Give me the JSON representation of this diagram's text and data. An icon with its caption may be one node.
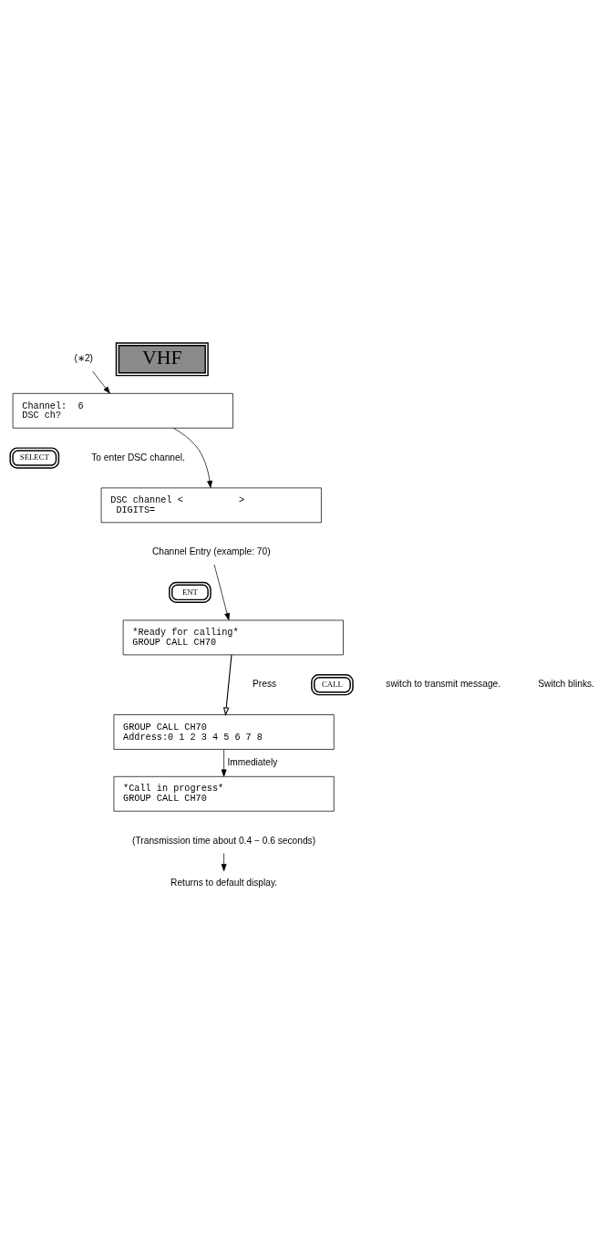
{
  "diagram": {
    "nodes": [
      {
        "text": [
          "(∗2)"
        ]
      },
      {
        "text": [
          "VHF"
        ]
      },
      {
        "text": [
          "Channel:  6",
          "DSC ch?"
        ]
      },
      {
        "text": [
          "SELECT"
        ]
      },
      {
        "text": [
          "DSC channel <          >",
          "  DIGITS="
        ]
      },
      {
        "text": [
          "Channel Entry (example: 70)"
        ]
      },
      {
        "text": [
          "ENT"
        ]
      },
      {
        "text": [
          "*Ready for calling*",
          "GROUP CALL CH70"
        ]
      },
      {
        "text": [
          "CALL"
        ]
      },
      {
        "text": [
          "GROUP CALL CH70",
          "Address:0 1 2 3 4 5 6 7 8"
        ]
      },
      {
        "text": [
          "*Call in progress*",
          "GROUP CALL CH70"
        ]
      },
      {
        "text": [
          "(Transmission time about 0.4 − 0.6 seconds)"
        ]
      },
      {
        "text": [
          "Returns to default display."
        ]
      }
    ],
    "edges": [
      {
        "from": 0,
        "to": 2,
        "arrow": "to"
      },
      {
        "from": 2,
        "to": 4,
        "arrow": "to"
      },
      {
        "from": 5,
        "to": 7,
        "arrow": "to"
      },
      {
        "from": 7,
        "to": 9,
        "arrow": "to"
      },
      {
        "from": 9,
        "to": 10,
        "arrow": "to",
        "label": "Immediately"
      },
      {
        "from": 11,
        "to": 12,
        "arrow": "to"
      }
    ],
    "labels": [
      "To enter DSC channel.",
      "Press",
      "switch to transmit message.",
      "Switch blinks."
    ]
  }
}
